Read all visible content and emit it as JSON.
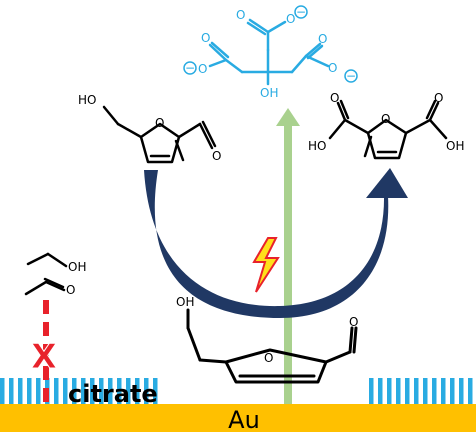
{
  "labels": {
    "surface": "Au",
    "ligand": "citrate",
    "blocked_mark": "X"
  },
  "citrate_molecule": {
    "oxygen": "O",
    "charge": "−",
    "hydroxyl": "OH"
  },
  "hmf_top": {
    "hydroxyl": "HO",
    "ring_oxygen": "O",
    "aldehyde_oxygen": "O"
  },
  "fdca": {
    "left_acid": "HO",
    "right_acid": "OH",
    "ring_oxygen": "O",
    "left_carbonyl": "O",
    "right_carbonyl": "O"
  },
  "hmf_adsorbed": {
    "hydroxyl": "OH",
    "ring_oxygen": "O",
    "aldehyde_oxygen": "O"
  },
  "ethanol_acetaldehyde": {
    "hydroxyl": "OH",
    "carbonyl": "O"
  },
  "colors": {
    "gold_surface": "#ffc000",
    "citrate": "#29abe2",
    "conversion_arrow": "#203864",
    "vertical_arrow": "#a9d18e",
    "blocked_line": "#e8222b",
    "lightning_fill": "#ffe01a",
    "lightning_stroke": "#e8222b"
  },
  "icons": {
    "lightning": "lightning-bolt-icon",
    "blocked": "x-mark-icon"
  }
}
